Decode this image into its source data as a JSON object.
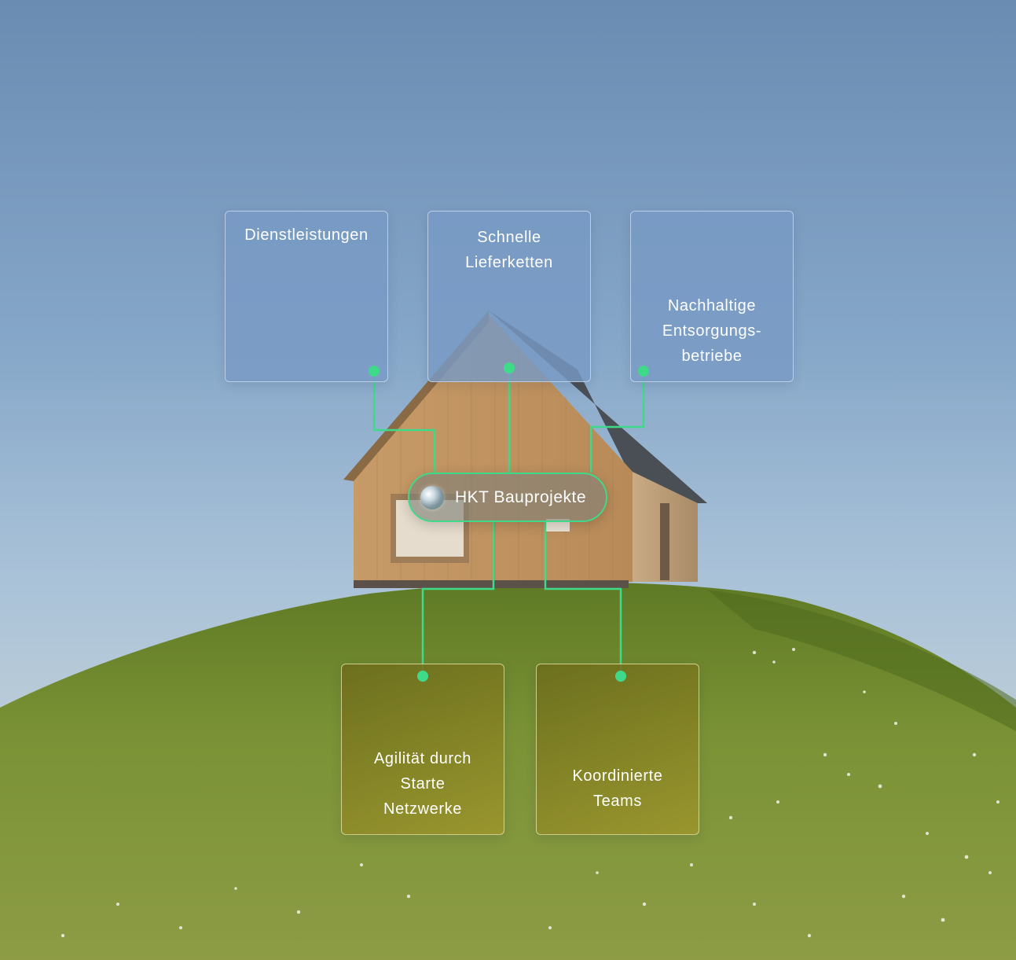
{
  "colors": {
    "connector": "#3fd98a",
    "sky_card": "#789ac4",
    "meadow_card": "#8a8424",
    "sky_top": "#6e8eb3",
    "grass": "#6f8a2e"
  },
  "hub": {
    "label": "HKT Bauprojekte",
    "icon": "sphere-orb-icon"
  },
  "cards": {
    "dienstleistungen": "Dienstleistungen",
    "lieferketten": "Schnelle\nLieferketten",
    "entsorgung": "Nachhaltige\nEntsorgungs-\nbetriebe",
    "agilitaet": "Agilität durch\nStarte\nNetzwerke",
    "teams": "Koordinierte\nTeams"
  }
}
